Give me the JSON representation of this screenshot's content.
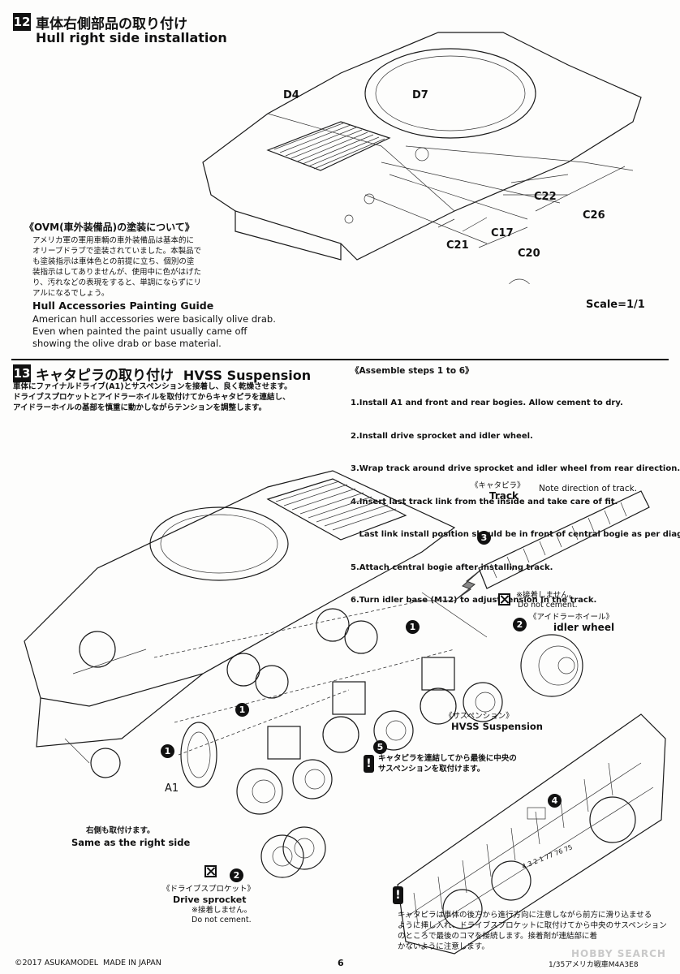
{
  "step12": {
    "number": "12",
    "title_jp": "車体右側部品の取り付け",
    "title_en": "Hull right side installation",
    "parts": [
      "D4",
      "D7",
      "C22",
      "C26",
      "C17",
      "C21",
      "C20"
    ],
    "ovm_jp_title": "《OVM(車外装備品)の塗装について》",
    "ovm_jp_lines": [
      "アメリカ軍の軍用車輌の車外装備品は基本的に",
      "オリーブドラブで塗装されていました。本製品で",
      "も塗装指示は車体色との前提に立ち、個別の塗",
      "装指示はしてありませんが、使用中に色がはげた",
      "り、汚れなどの表現をすると、単調にならずにリ",
      "アルになるでしょう。"
    ],
    "ovm_en_title": "Hull Accessories Painting Guide",
    "ovm_en_lines": [
      "American hull accessories were basically olive drab.",
      "Even when painted the paint usually came off",
      "showing the olive drab or base material."
    ],
    "scale": "Scale=1/1"
  },
  "step13": {
    "number": "13",
    "title_jp": "キャタピラの取り付け",
    "title_en": "HVSS Suspension",
    "jp_lines": [
      "車体にファイナルドライブ(A1)とサスペンションを接着し、良く乾燥させます。",
      "ドライブスプロケットとアイドラーホイルを取付けてからキャタピラを連結し、",
      "アイドラーホイルの基部を慎重に動かしながらテンションを調整します。"
    ],
    "assemble_title": "《Assemble steps 1 to 6》",
    "assemble_steps": [
      "1.Install A1 and front and rear bogies. Allow cement to dry.",
      "2.Install drive sprocket and idler wheel.",
      "3.Wrap track around drive sprocket and idler wheel from rear direction.",
      "4.Insert last track link from the inside and take care of fit.",
      "   Last link install position should be in front of central bogie as per diagram.",
      "5.Attach central bogie after installing track.",
      "6.Turn idler base (M12) to adjust tension in the track."
    ],
    "track_jp": "《キャタピラ》",
    "track_en": "Track",
    "track_note": "Note direction of track.",
    "no_cement_jp": "※接着しません。",
    "no_cement_en": "Do not cement.",
    "idler_jp": "《アイドラーホイール》",
    "idler_en": "idler wheel",
    "susp_jp": "《サスペンション》",
    "susp_en": "HVSS Suspension",
    "step5_jp_lines": [
      "キャタピラを連結してから最後に中央の",
      "サスペンションを取付けます。"
    ],
    "a1_label": "A1",
    "same_jp": "右側も取付けます。",
    "same_en": "Same as the right side",
    "sprocket_jp": "《ドライブスプロケット》",
    "sprocket_en": "Drive sprocket",
    "sprocket_nc_jp": "※接着しません。",
    "sprocket_nc_en": "Do not cement.",
    "track_count": "4 3 2 1 77 76 75",
    "bottom_jp_lines": [
      "キャタピラは車体の後方から進行方向に注意しながら前方に滑り込ませる",
      "ように挿し入れ、ドライブスプロケットに取付けてから中央のサスペンション",
      "のところで最後のコマを接続します。接着剤が連結部に着",
      "かないように注意します。"
    ],
    "circles": [
      "1",
      "2",
      "3",
      "4",
      "5"
    ]
  },
  "footer": {
    "copyright": "©2017 ASUKAMODEL",
    "made_in": "MADE IN JAPAN",
    "page": "6",
    "product": "1/35アメリカ戦車M4A3E8",
    "watermark": "HOBBY SEARCH"
  }
}
